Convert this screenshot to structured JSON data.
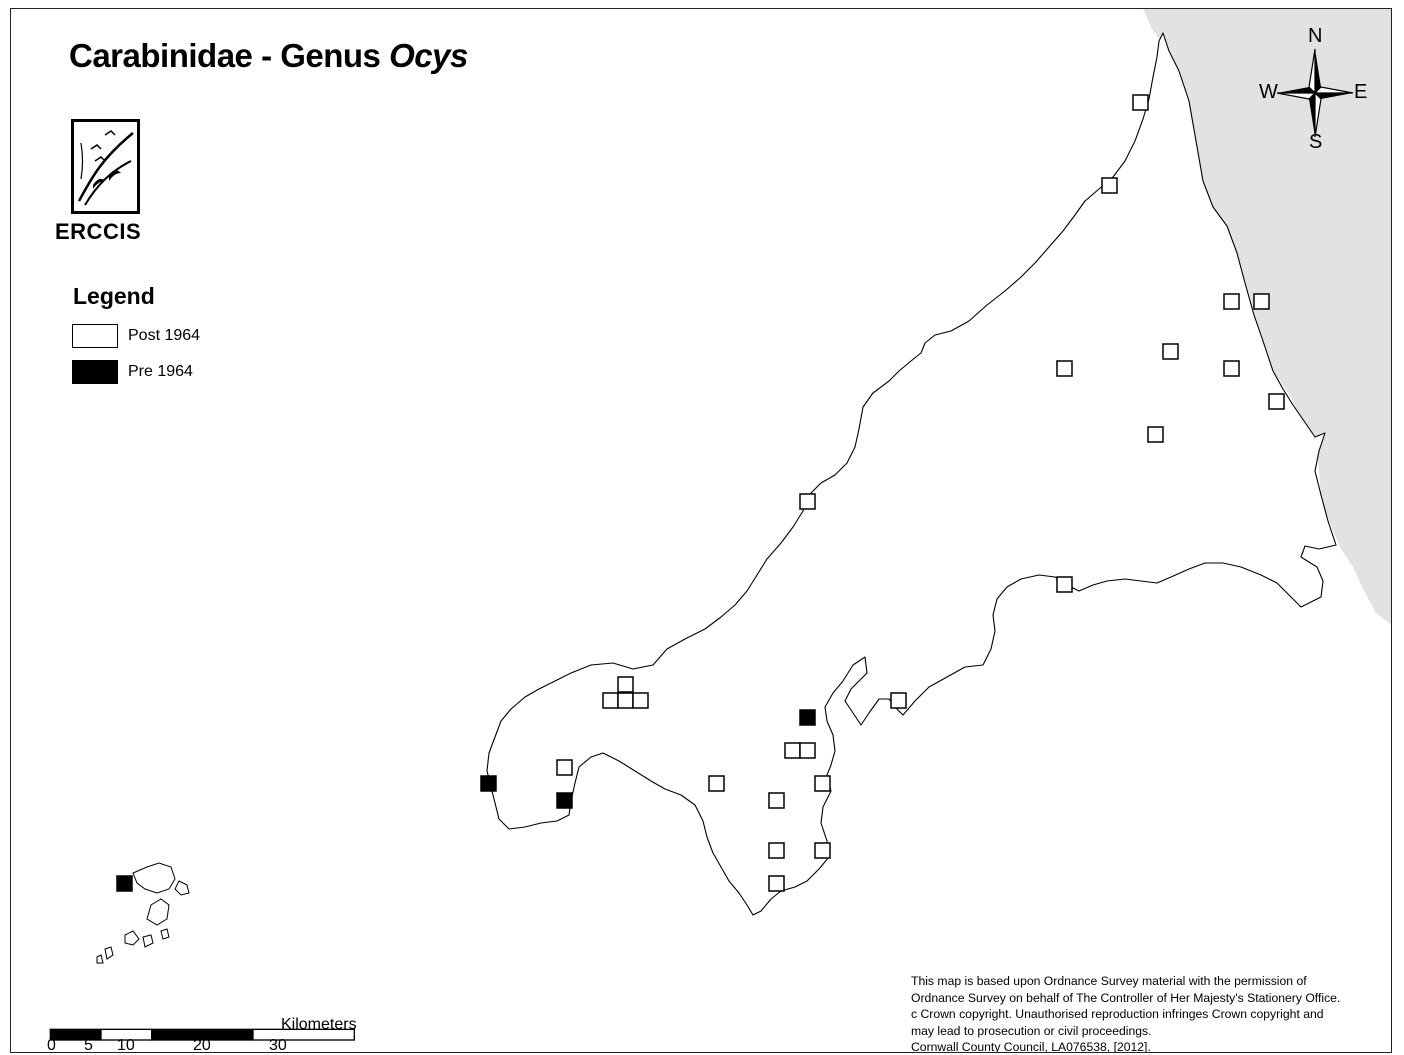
{
  "map": {
    "title_main": "Carabinidae - Genus ",
    "title_genus": "Ocys",
    "logo_text": "ERCCIS",
    "legend": {
      "title": "Legend",
      "items": [
        {
          "label": "Post 1964",
          "fill": "#ffffff"
        },
        {
          "label": "Pre  1964",
          "fill": "#000000"
        }
      ]
    },
    "compass": {
      "n": "N",
      "s": "S",
      "e": "E",
      "w": "W"
    },
    "scale": {
      "unit": "Kilometers",
      "ticks": [
        "0",
        "5",
        "10",
        "20",
        "30"
      ]
    },
    "copyright": [
      "This map is based upon Ordnance Survey material with the permission of",
      "Ordnance Survey on behalf of The Controller of Her Majesty's Stationery Office.",
      "c Crown copyright. Unauthorised reproduction infringes Crown copyright and",
      "may lead to prosecution or civil proceedings.",
      "Cornwall County Council, LA076538, [2012]."
    ],
    "colors": {
      "land_outline": "#000000",
      "neighbour_land": "#e2e2e2",
      "background": "#ffffff"
    }
  }
}
